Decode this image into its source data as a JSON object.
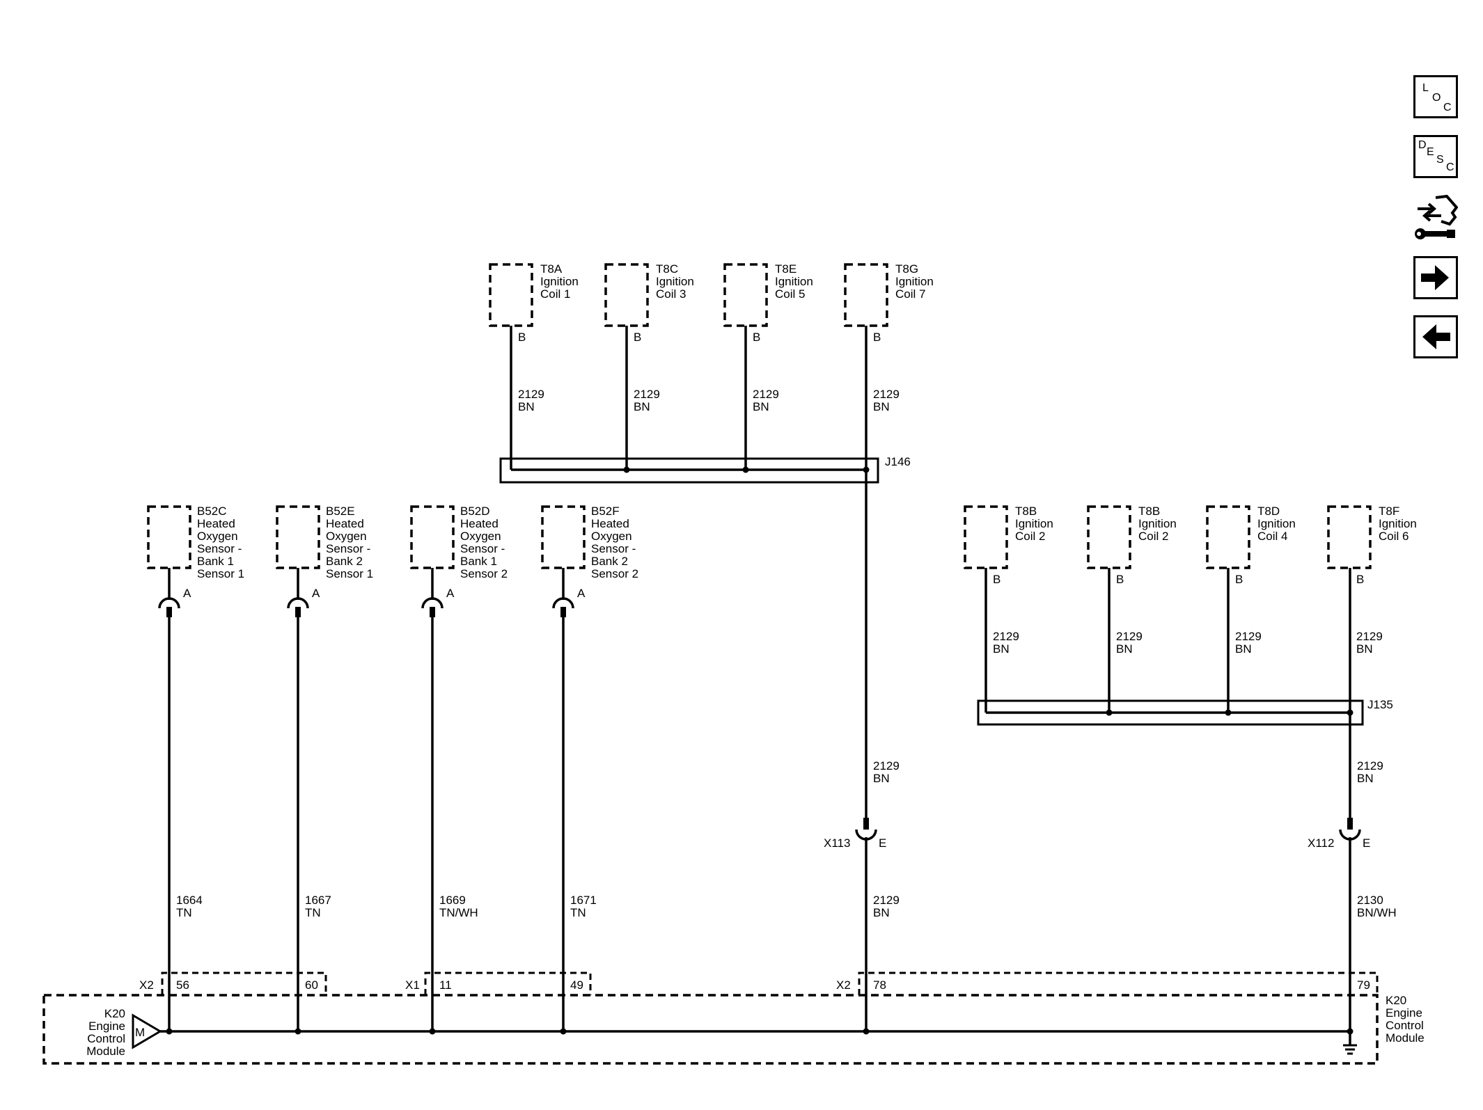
{
  "toolbar": {
    "loc": [
      "L",
      "O",
      "C"
    ],
    "desc": [
      "D",
      "E",
      "S",
      "C"
    ]
  },
  "coils_top": [
    {
      "id": "T8A",
      "name1": "Ignition",
      "name2": "Coil 1",
      "pin": "B",
      "circuit": "2129",
      "color": "BN"
    },
    {
      "id": "T8C",
      "name1": "Ignition",
      "name2": "Coil 3",
      "pin": "B",
      "circuit": "2129",
      "color": "BN"
    },
    {
      "id": "T8E",
      "name1": "Ignition",
      "name2": "Coil 5",
      "pin": "B",
      "circuit": "2129",
      "color": "BN"
    },
    {
      "id": "T8G",
      "name1": "Ignition",
      "name2": "Coil 7",
      "pin": "B",
      "circuit": "2129",
      "color": "BN"
    }
  ],
  "coils_right": [
    {
      "id": "T8B",
      "name1": "Ignition",
      "name2": "Coil 2",
      "pin": "B",
      "circuit": "2129",
      "color": "BN"
    },
    {
      "id": "T8B",
      "name1": "Ignition",
      "name2": "Coil 2",
      "pin": "B",
      "circuit": "2129",
      "color": "BN"
    },
    {
      "id": "T8D",
      "name1": "Ignition",
      "name2": "Coil 4",
      "pin": "B",
      "circuit": "2129",
      "color": "BN"
    },
    {
      "id": "T8F",
      "name1": "Ignition",
      "name2": "Coil 6",
      "pin": "B",
      "circuit": "2129",
      "color": "BN"
    }
  ],
  "splices": {
    "top": "J146",
    "right": "J135"
  },
  "sensors": [
    {
      "id": "B52C",
      "lines": [
        "Heated",
        "Oxygen",
        "Sensor -",
        "Bank 1",
        "Sensor 1"
      ],
      "pin": "A",
      "circuit": "1664",
      "color": "TN",
      "ecm_pin": "56"
    },
    {
      "id": "B52E",
      "lines": [
        "Heated",
        "Oxygen",
        "Sensor -",
        "Bank 2",
        "Sensor 1"
      ],
      "pin": "A",
      "circuit": "1667",
      "color": "TN",
      "ecm_pin": "60"
    },
    {
      "id": "B52D",
      "lines": [
        "Heated",
        "Oxygen",
        "Sensor -",
        "Bank 1",
        "Sensor 2"
      ],
      "pin": "A",
      "circuit": "1669",
      "color": "TN/WH",
      "ecm_pin": "11"
    },
    {
      "id": "B52F",
      "lines": [
        "Heated",
        "Oxygen",
        "Sensor -",
        "Bank 2",
        "Sensor 2"
      ],
      "pin": "A",
      "circuit": "1671",
      "color": "TN",
      "ecm_pin": "49"
    }
  ],
  "right_feeds": [
    {
      "upper_circuit": "2129",
      "upper_color": "BN",
      "connector": "X113",
      "conn_pin": "E",
      "lower_circuit": "2129",
      "lower_color": "BN",
      "ecm_pin": "78"
    },
    {
      "upper_circuit": "2129",
      "upper_color": "BN",
      "connector": "X112",
      "conn_pin": "E",
      "lower_circuit": "2130",
      "lower_color": "BN/WH",
      "ecm_pin": "79"
    }
  ],
  "ecm_connectors": {
    "x2a": "X2",
    "x1": "X1",
    "x2b": "X2"
  },
  "ecm": {
    "left_label": [
      "K20",
      "Engine",
      "Control",
      "Module"
    ],
    "right_label": [
      "K20",
      "Engine",
      "Control",
      "Module"
    ],
    "symbol": "M"
  }
}
